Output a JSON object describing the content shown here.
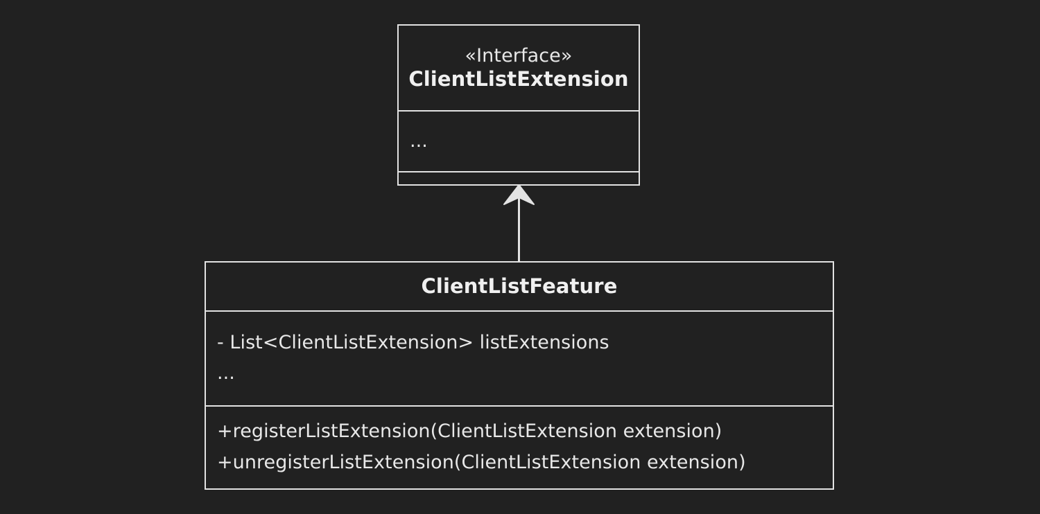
{
  "diagram": {
    "type": "uml-class-diagram",
    "background_color": "#212121",
    "stroke_color": "#e3e3e3",
    "text_color": "#e8e8e8",
    "classes": [
      {
        "id": "client-list-extension",
        "stereotype": "«Interface»",
        "name": "ClientListExtension",
        "attributes": [
          "..."
        ],
        "operations": []
      },
      {
        "id": "client-list-feature",
        "stereotype": "",
        "name": "ClientListFeature",
        "attributes": [
          "- List<ClientListExtension> listExtensions",
          "..."
        ],
        "operations": [
          "+registerListExtension(ClientListExtension extension)",
          "+unregisterListExtension(ClientListExtension extension)"
        ]
      }
    ],
    "relationships": [
      {
        "kind": "generalization",
        "label": "",
        "from": "client-list-feature",
        "to": "client-list-extension"
      }
    ]
  }
}
